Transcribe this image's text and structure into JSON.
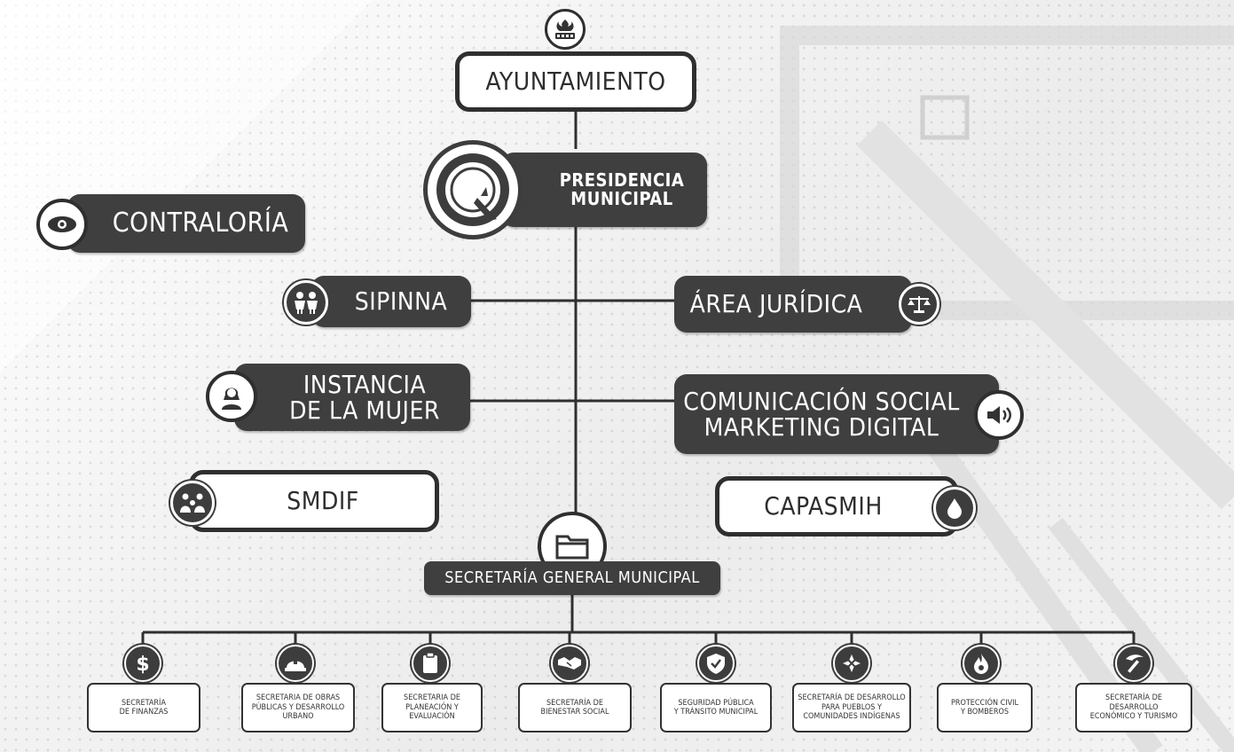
{
  "nodes": {
    "ayuntamiento": "AYUNTAMIENTO",
    "presidencia_line1": "PRESIDENCIA",
    "presidencia_line2": "MUNICIPAL",
    "contraloria": "CONTRALORÍA",
    "sipinna": "SIPINNA",
    "area_juridica": "ÁREA JURÍDICA",
    "instancia_line1": "INSTANCIA",
    "instancia_line2": "DE LA MUJER",
    "comunicacion_line1": "COMUNICACIÓN SOCIAL",
    "comunicacion_line2": "MARKETING DIGITAL",
    "smdif": "SMDIF",
    "capasmih": "CAPASMIH",
    "secretaria_general": "SECRETARÍA GENERAL MUNICIPAL"
  },
  "secretarias": [
    {
      "l1": "SECRETARÍA",
      "l2": "DE FINANZAS",
      "l3": "",
      "icon": "dollar-icon"
    },
    {
      "l1": "SECRETARIA DE OBRAS",
      "l2": "PÚBLICAS Y DESARROLLO",
      "l3": "URBANO",
      "icon": "hard-hat-icon"
    },
    {
      "l1": "SECRETARIA DE",
      "l2": "PLANEACIÓN Y EVALUACIÓN",
      "l3": "",
      "icon": "clipboard-icon"
    },
    {
      "l1": "SECRETARÍA DE",
      "l2": "BIENESTAR SOCIAL",
      "l3": "",
      "icon": "handshake-icon"
    },
    {
      "l1": "SEGURIDAD PÚBLICA",
      "l2": "Y TRÁNSITO MUNICIPAL",
      "l3": "",
      "icon": "shield-icon"
    },
    {
      "l1": "SECRETARÍA DE DESARROLLO",
      "l2": "PARA PUEBLOS Y",
      "l3": "COMUNIDADES INDÍGENAS",
      "icon": "pattern-icon"
    },
    {
      "l1": "PROTECCIÓN CIVIL",
      "l2": "Y BOMBEROS",
      "l3": "",
      "icon": "flame-icon"
    },
    {
      "l1": "SECRETARÍA DE DESARROLLO",
      "l2": "ECONÓMICO Y TURISMO",
      "l3": "",
      "icon": "pickaxe-icon"
    }
  ],
  "colors": {
    "dark": "#3f3f3f",
    "line": "#2f2f2f",
    "background": "#f1f1f1"
  }
}
